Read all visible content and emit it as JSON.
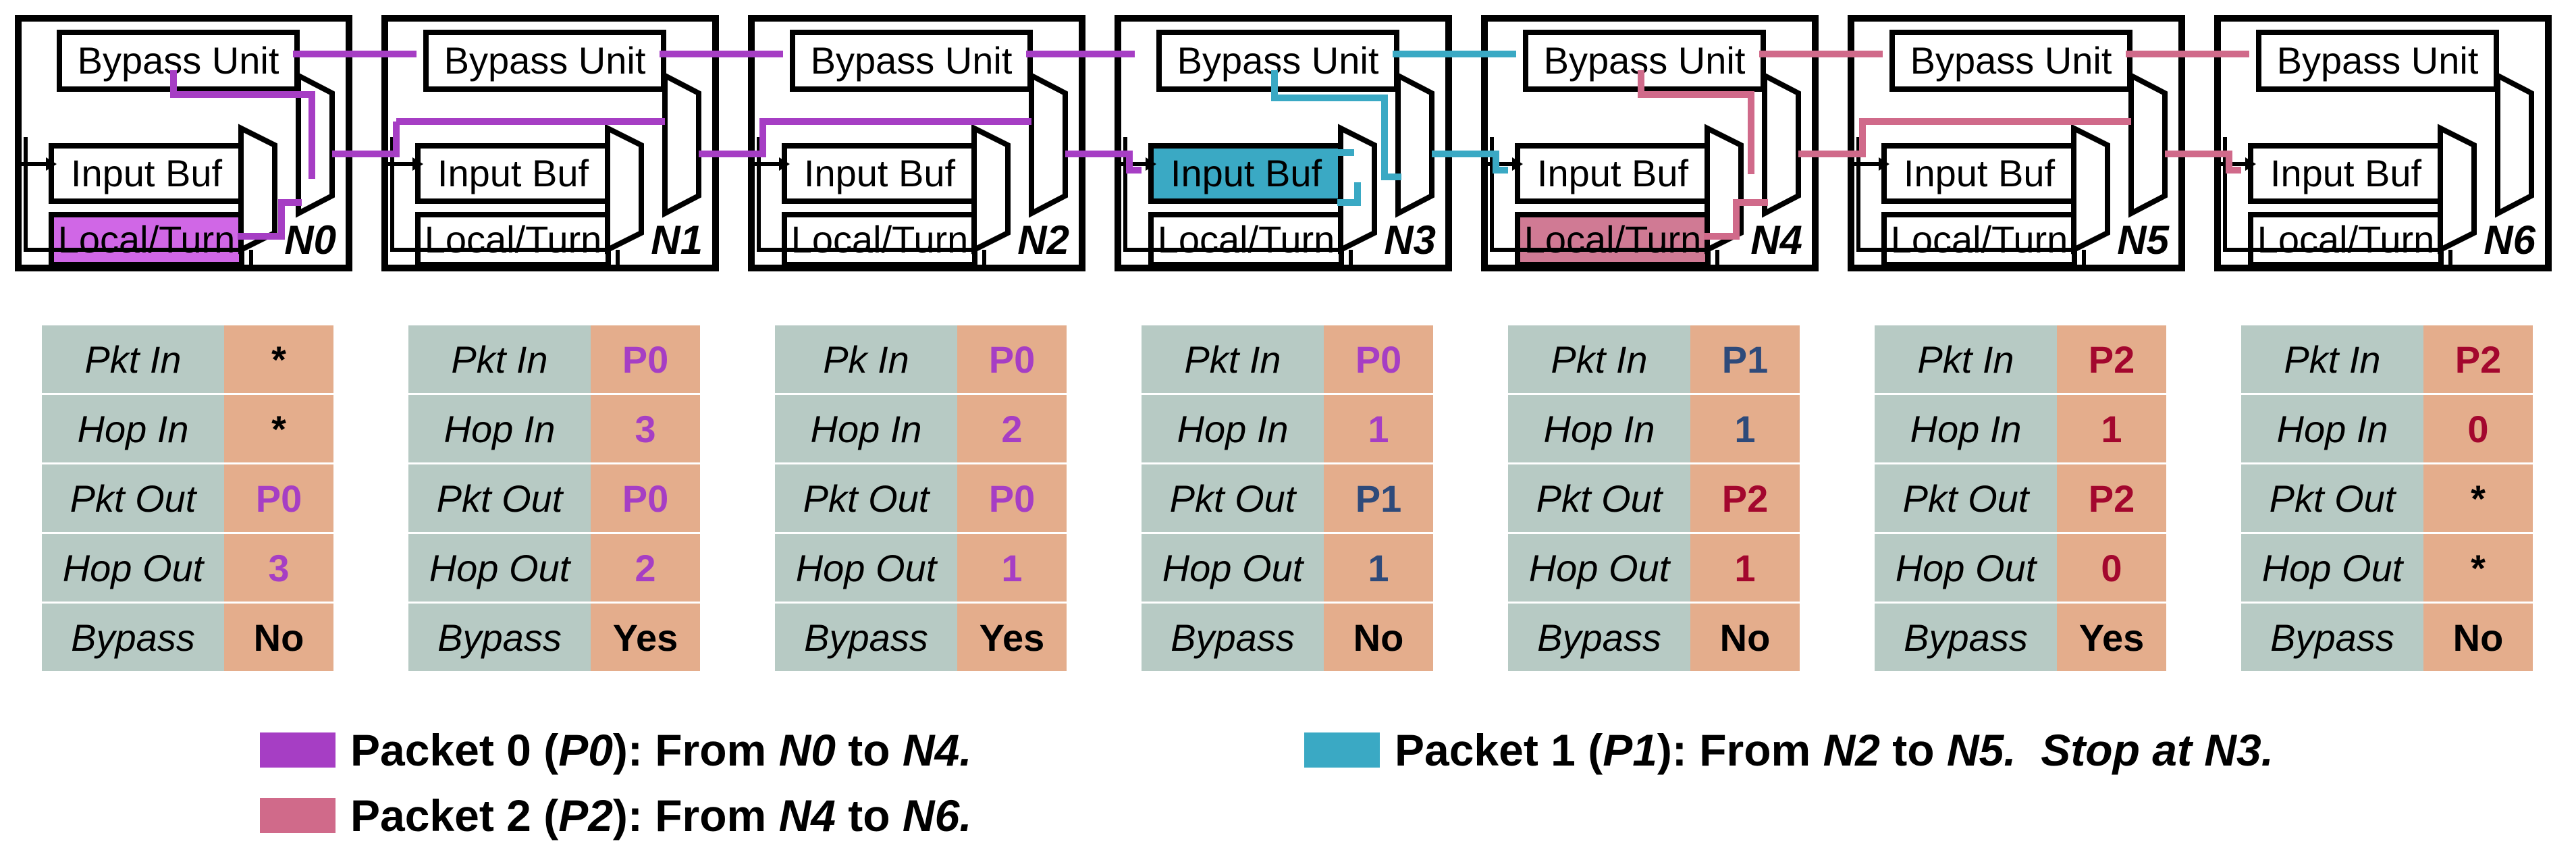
{
  "colors": {
    "p0": "#a63ec4",
    "p1": "#3aa9c4",
    "p2": "#d06a8a",
    "table_label_bg": "#b7cac4",
    "table_value_bg": "#e4ad8c",
    "dark_red": "#a3072e",
    "dark_blue": "#2e4a7a"
  },
  "nodes": [
    {
      "name": "N0",
      "bypass": "Bypass Unit",
      "input_buf": "Input Buf",
      "local_turn": "Local/Turn",
      "highlight": "local",
      "highlight_color": "#d067e6"
    },
    {
      "name": "N1",
      "bypass": "Bypass Unit",
      "input_buf": "Input Buf",
      "local_turn": "Local/Turn",
      "highlight": "none"
    },
    {
      "name": "N2",
      "bypass": "Bypass Unit",
      "input_buf": "Input Buf",
      "local_turn": "Local/Turn",
      "highlight": "none"
    },
    {
      "name": "N3",
      "bypass": "Bypass Unit",
      "input_buf": "Input Buf",
      "local_turn": "Local/Turn",
      "highlight": "inbuf",
      "highlight_color": "#3aa9c4"
    },
    {
      "name": "N4",
      "bypass": "Bypass Unit",
      "input_buf": "Input Buf",
      "local_turn": "Local/Turn",
      "highlight": "local",
      "highlight_color": "#d07a94"
    },
    {
      "name": "N5",
      "bypass": "Bypass Unit",
      "input_buf": "Input Buf",
      "local_turn": "Local/Turn",
      "highlight": "none"
    },
    {
      "name": "N6",
      "bypass": "Bypass Unit",
      "input_buf": "Input Buf",
      "local_turn": "Local/Turn",
      "highlight": "none"
    }
  ],
  "tables": [
    {
      "node": "N0",
      "rows": [
        {
          "label": "Pkt In",
          "value": "*",
          "color": "#000000"
        },
        {
          "label": "Hop In",
          "value": "*",
          "color": "#000000"
        },
        {
          "label": "Pkt Out",
          "value": "P0",
          "color": "#a63ec4"
        },
        {
          "label": "Hop Out",
          "value": "3",
          "color": "#a63ec4"
        },
        {
          "label": "Bypass",
          "value": "No",
          "color": "#000000"
        }
      ]
    },
    {
      "node": "N1",
      "rows": [
        {
          "label": "Pkt In",
          "value": "P0",
          "color": "#a63ec4"
        },
        {
          "label": "Hop In",
          "value": "3",
          "color": "#a63ec4"
        },
        {
          "label": "Pkt Out",
          "value": "P0",
          "color": "#a63ec4"
        },
        {
          "label": "Hop Out",
          "value": "2",
          "color": "#a63ec4"
        },
        {
          "label": "Bypass",
          "value": "Yes",
          "color": "#000000"
        }
      ]
    },
    {
      "node": "N2",
      "rows": [
        {
          "label": "Pk In",
          "value": "P0",
          "color": "#a63ec4"
        },
        {
          "label": "Hop In",
          "value": "2",
          "color": "#a63ec4"
        },
        {
          "label": "Pkt Out",
          "value": "P0",
          "color": "#a63ec4"
        },
        {
          "label": "Hop Out",
          "value": "1",
          "color": "#a63ec4"
        },
        {
          "label": "Bypass",
          "value": "Yes",
          "color": "#000000"
        }
      ]
    },
    {
      "node": "N3",
      "rows": [
        {
          "label": "Pkt In",
          "value": "P0",
          "color": "#a63ec4"
        },
        {
          "label": "Hop In",
          "value": "1",
          "color": "#a63ec4"
        },
        {
          "label": "Pkt Out",
          "value": "P1",
          "color": "#2e4a7a"
        },
        {
          "label": "Hop Out",
          "value": "1",
          "color": "#2e4a7a"
        },
        {
          "label": "Bypass",
          "value": "No",
          "color": "#000000"
        }
      ]
    },
    {
      "node": "N4",
      "rows": [
        {
          "label": "Pkt In",
          "value": "P1",
          "color": "#2e4a7a"
        },
        {
          "label": "Hop In",
          "value": "1",
          "color": "#2e4a7a"
        },
        {
          "label": "Pkt Out",
          "value": "P2",
          "color": "#a3072e"
        },
        {
          "label": "Hop Out",
          "value": "1",
          "color": "#a3072e"
        },
        {
          "label": "Bypass",
          "value": "No",
          "color": "#000000"
        }
      ]
    },
    {
      "node": "N5",
      "rows": [
        {
          "label": "Pkt In",
          "value": "P2",
          "color": "#a3072e"
        },
        {
          "label": "Hop In",
          "value": "1",
          "color": "#a3072e"
        },
        {
          "label": "Pkt Out",
          "value": "P2",
          "color": "#a3072e"
        },
        {
          "label": "Hop Out",
          "value": "0",
          "color": "#a3072e"
        },
        {
          "label": "Bypass",
          "value": "Yes",
          "color": "#000000"
        }
      ]
    },
    {
      "node": "N6",
      "rows": [
        {
          "label": "Pkt In",
          "value": "P2",
          "color": "#a3072e"
        },
        {
          "label": "Hop In",
          "value": "0",
          "color": "#a3072e"
        },
        {
          "label": "Pkt Out",
          "value": "*",
          "color": "#000000"
        },
        {
          "label": "Hop Out",
          "value": "*",
          "color": "#000000"
        },
        {
          "label": "Bypass",
          "value": "No",
          "color": "#000000"
        }
      ]
    }
  ],
  "legend": {
    "p0": {
      "prefix": "Packet 0 (",
      "pkt": "P0",
      "mid": "): From ",
      "from": "N0",
      "to_word": " to ",
      "to": "N4.",
      "extra": ""
    },
    "p1": {
      "prefix": "Packet 1 (",
      "pkt": "P1",
      "mid": "): From ",
      "from": "N2",
      "to_word": " to ",
      "to": "N5.",
      "extra": "  Stop at N3."
    },
    "p2": {
      "prefix": "Packet 2 (",
      "pkt": "P2",
      "mid": "): From ",
      "from": "N4",
      "to_word": " to ",
      "to": "N6.",
      "extra": ""
    }
  }
}
